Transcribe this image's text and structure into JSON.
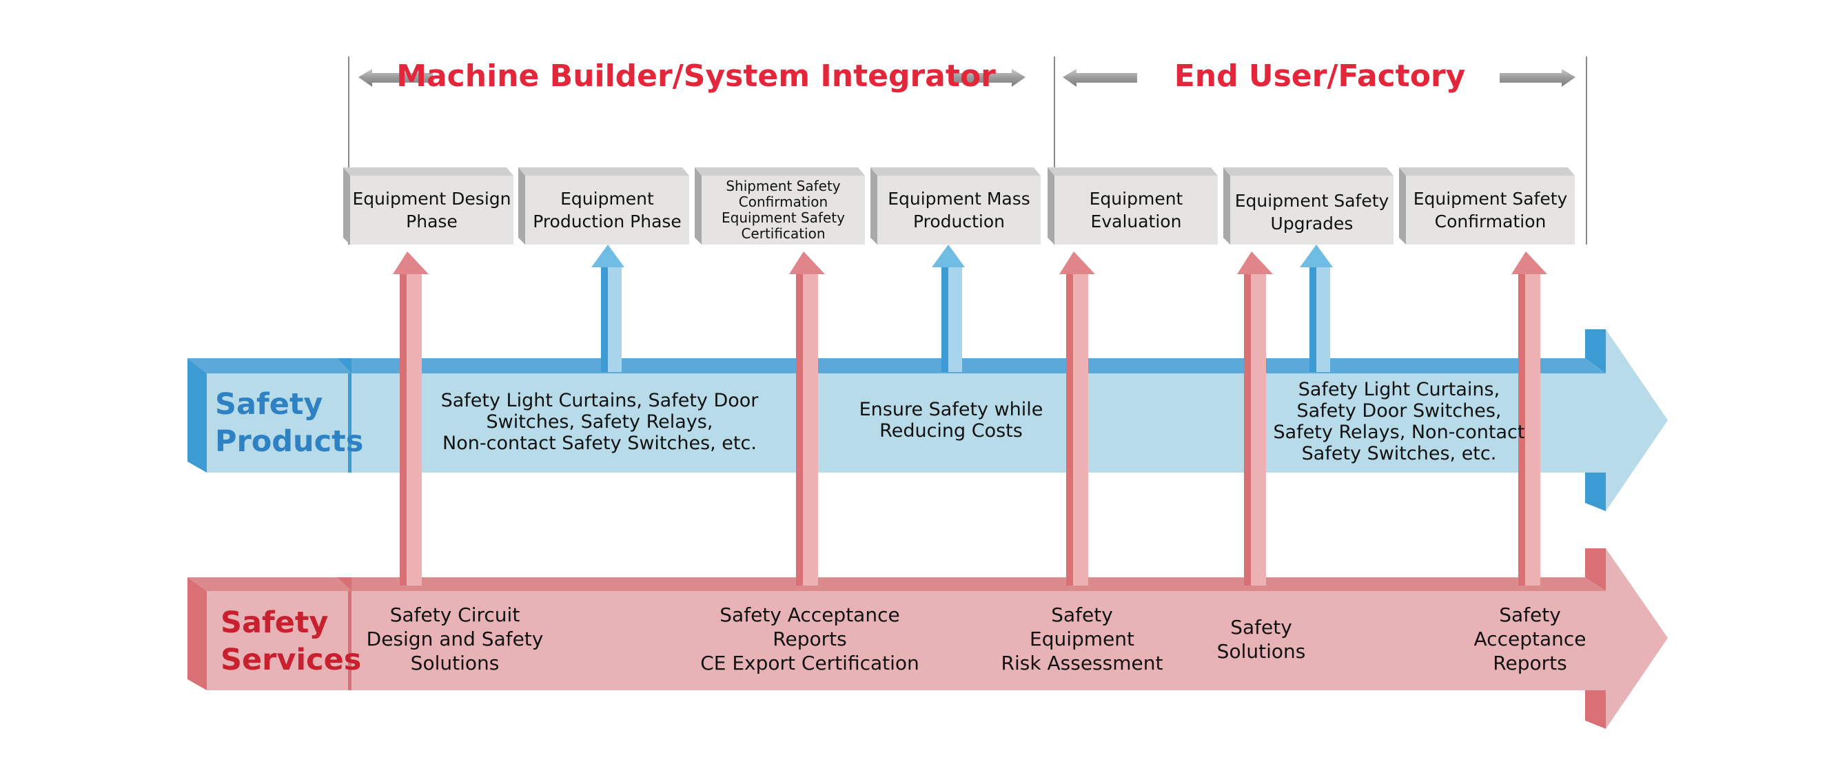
{
  "headers": [
    {
      "id": "machine-builder",
      "text": "Machine Builder/System Integrator"
    },
    {
      "id": "end-user",
      "text": "End User/Factory"
    }
  ],
  "phases": [
    {
      "lines": [
        "Equipment Design",
        "Phase"
      ]
    },
    {
      "lines": [
        "Equipment",
        "Production Phase"
      ]
    },
    {
      "lines": [
        "Shipment Safety",
        "Confirmation",
        "Equipment Safety",
        "Certification"
      ]
    },
    {
      "lines": [
        "Equipment Mass",
        "Production"
      ]
    },
    {
      "lines": [
        "Equipment",
        "Evaluation"
      ]
    },
    {
      "lines": [
        "Equipment Safety",
        "Upgrades"
      ]
    },
    {
      "lines": [
        "Equipment Safety",
        "Confirmation"
      ]
    }
  ],
  "safety_products": {
    "title_lines": [
      "Safety",
      "Products"
    ],
    "items": [
      {
        "lines": [
          "Safety Light Curtains, Safety Door",
          "Switches, Safety Relays,",
          "Non-contact Safety Switches, etc."
        ]
      },
      {
        "lines": [
          "Ensure Safety while",
          "Reducing Costs"
        ]
      },
      {
        "lines": [
          "Safety Light Curtains,",
          "Safety Door Switches,",
          "Safety Relays, Non-contact",
          "Safety Switches, etc."
        ]
      }
    ]
  },
  "safety_services": {
    "title_lines": [
      "Safety",
      "Services"
    ],
    "items": [
      {
        "lines": [
          "Safety Circuit",
          "Design and Safety",
          "Solutions"
        ]
      },
      {
        "lines": [
          "Safety Acceptance",
          "Reports",
          "CE Export Certification"
        ]
      },
      {
        "lines": [
          "Safety",
          "Equipment",
          "Risk Assessment"
        ]
      },
      {
        "lines": [
          "Safety",
          "Solutions"
        ]
      },
      {
        "lines": [
          "Safety",
          "Acceptance",
          "Reports"
        ]
      }
    ]
  },
  "colors": {
    "header_red": "#e3263a",
    "products_title": "#2e82c4",
    "services_title": "#c8202e",
    "products_band": "#b7dbe9",
    "products_dark": "#3d9bd3",
    "services_band": "#e8b3b6",
    "services_dark": "#d87076",
    "phase_box": "#e5e4e3",
    "phase_side": "#a9a9a9"
  }
}
